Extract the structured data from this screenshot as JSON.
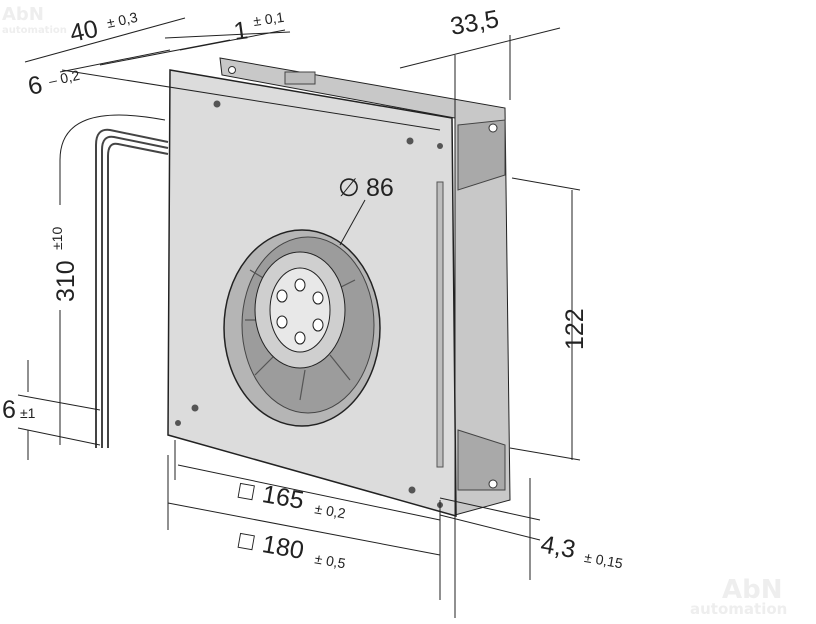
{
  "watermark": {
    "brand": "AbN",
    "sub": "automation"
  },
  "dimensions": {
    "depth_40": {
      "value": "40",
      "tol": "± 0,3"
    },
    "flange_1": {
      "value": "1",
      "tol": "± 0,1"
    },
    "offset_6": {
      "value": "6",
      "tol": "– 0,2"
    },
    "depth_33_5": {
      "value": "33,5"
    },
    "diameter_86": {
      "symbol": "∅",
      "value": "86"
    },
    "cable_310": {
      "value": "310",
      "tol": "±10"
    },
    "strip_6": {
      "value": "6",
      "tol": "±1"
    },
    "height_122": {
      "value": "122"
    },
    "hole_165": {
      "symbol": "□",
      "value": "165",
      "tol": "± 0,2"
    },
    "size_180": {
      "symbol": "□",
      "value": "180",
      "tol": "± 0,5"
    },
    "hole_4_3": {
      "value": "4,3",
      "tol": "± 0,15"
    }
  },
  "colors": {
    "plate": "#d9d9d9",
    "housing": "#c4c4c4",
    "line": "#222222"
  }
}
